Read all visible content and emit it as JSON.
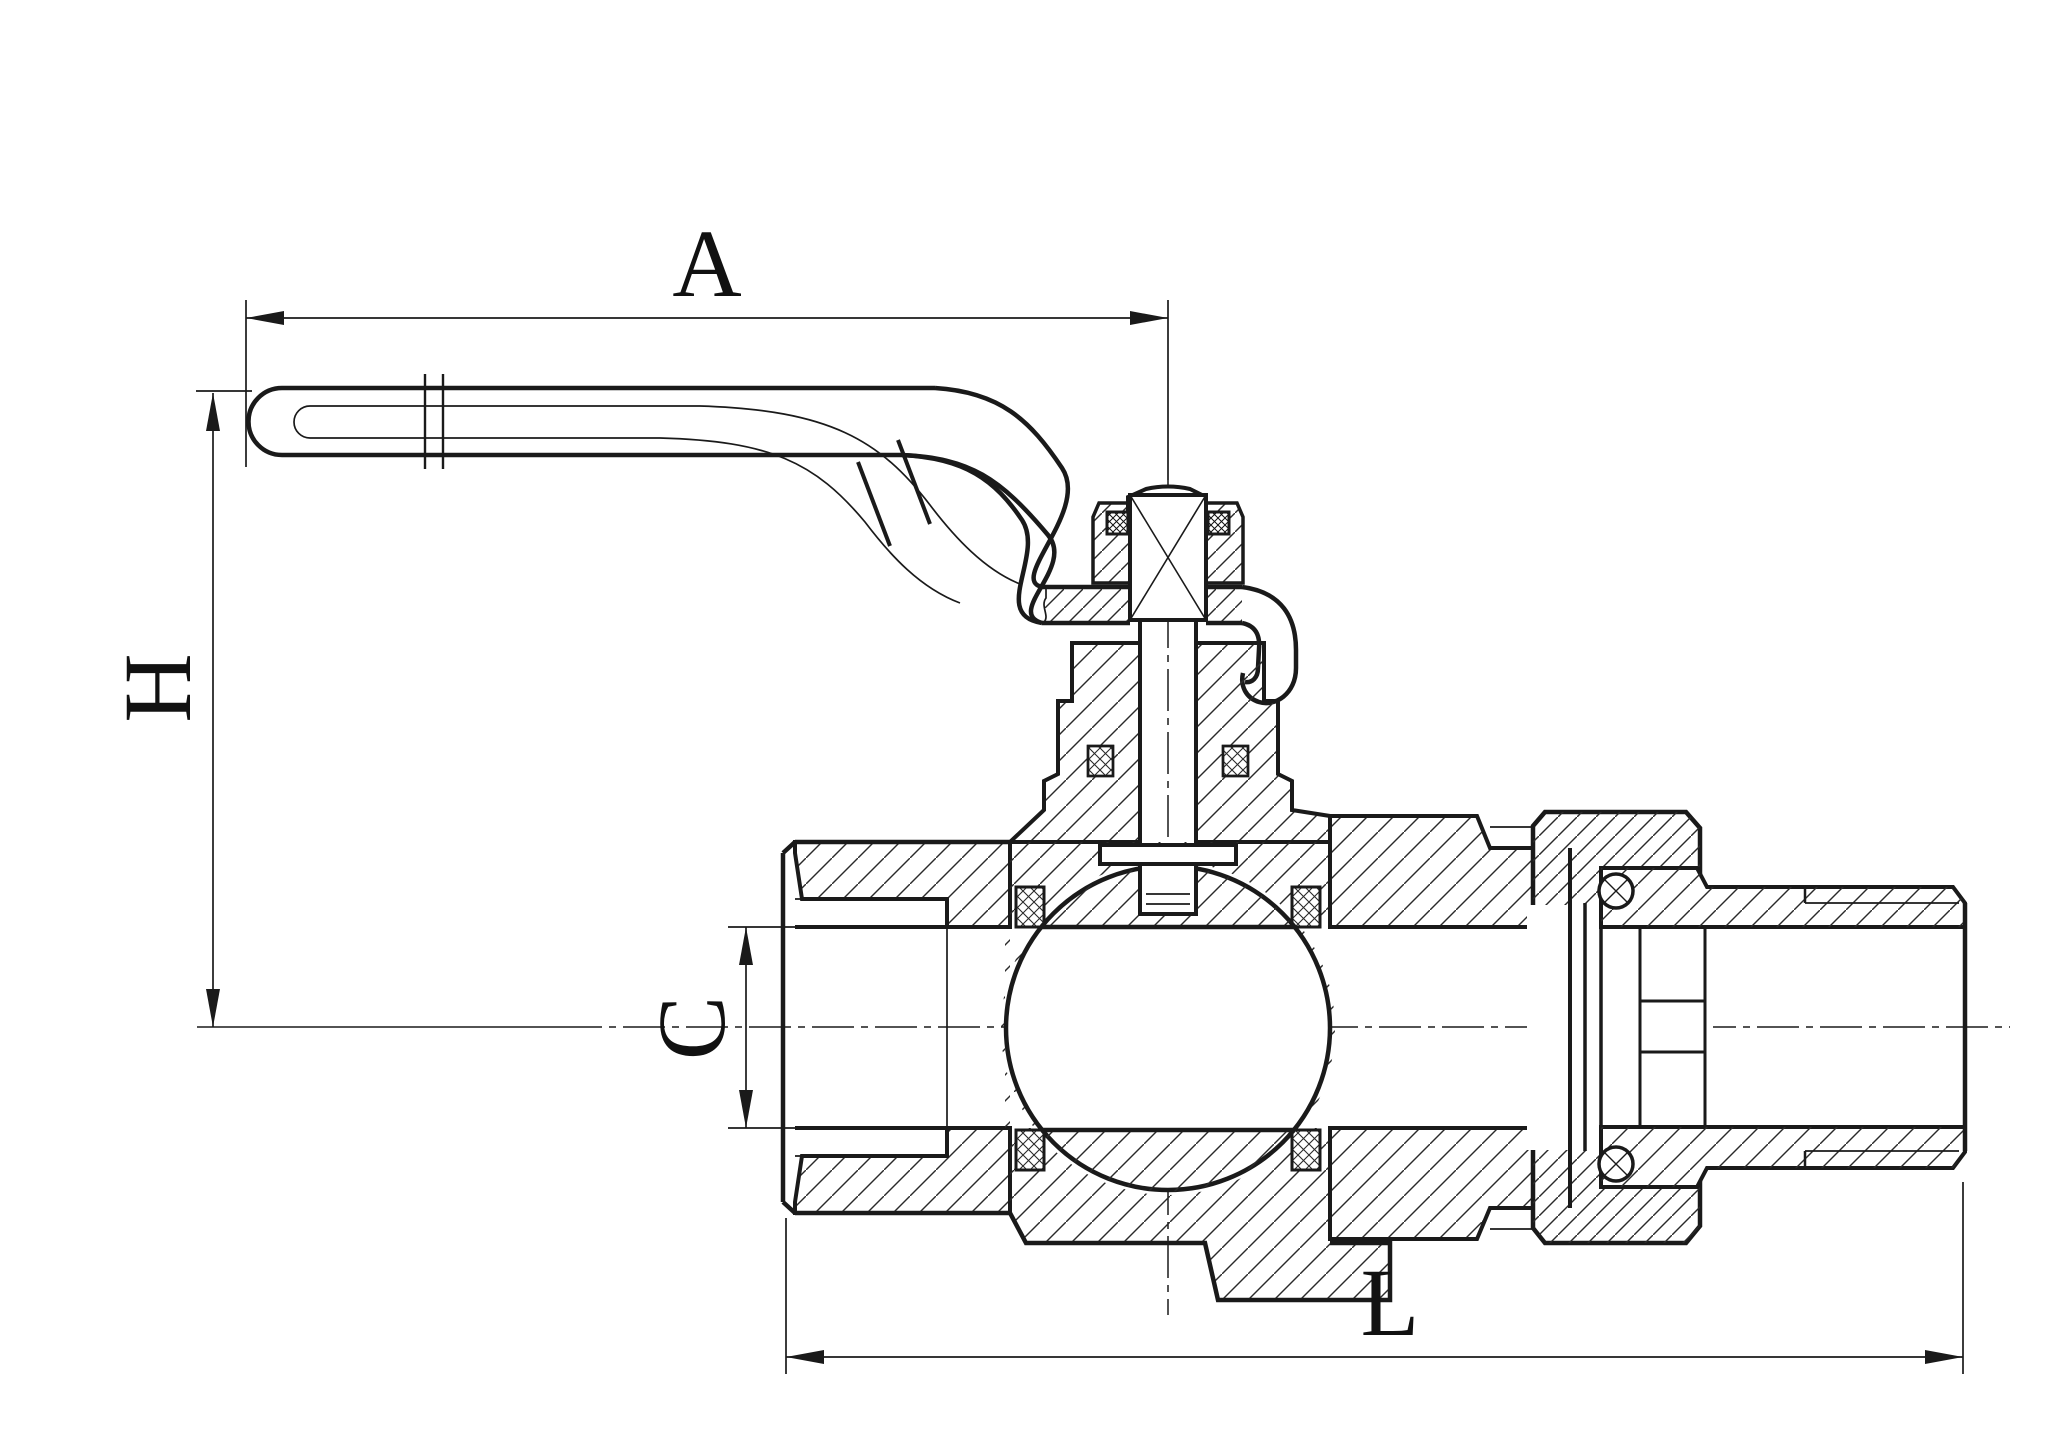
{
  "page": {
    "background": "#ffffff"
  },
  "drawing": {
    "type": "technical-section-drawing",
    "subject": "ball-valve-cross-section-with-lever-handle",
    "line_color": "#1a1a1a",
    "hatch_color": "#2a2a2a",
    "labels": {
      "a": "A",
      "h": "H",
      "c": "C",
      "l": "L"
    }
  }
}
